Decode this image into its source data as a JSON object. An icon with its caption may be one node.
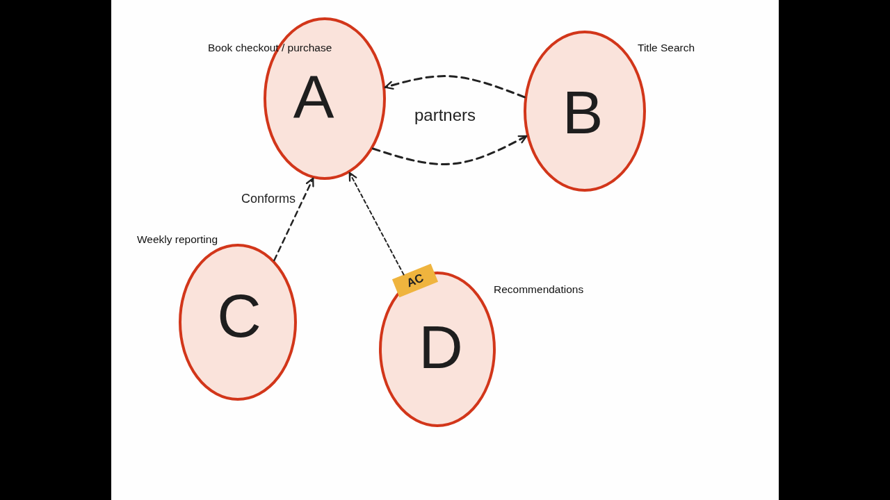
{
  "diagram": {
    "nodes": [
      {
        "text": [
          "A"
        ],
        "beside": [
          "Book checkout / purchase"
        ]
      },
      {
        "text": [
          "B"
        ],
        "beside": [
          "Title Search"
        ]
      },
      {
        "text": [
          "C"
        ],
        "beside": [
          "Weekly reporting"
        ]
      },
      {
        "text": [
          "D"
        ],
        "beside": [
          "Recommendations"
        ]
      },
      {
        "text": [
          "AC"
        ]
      }
    ],
    "edges": [
      {
        "from": 1,
        "to": 0,
        "arrow": "to",
        "style": "dashed",
        "label": "partners"
      },
      {
        "from": 0,
        "to": 1,
        "arrow": "to",
        "style": "dashed"
      },
      {
        "from": 2,
        "to": 0,
        "arrow": "to",
        "style": "dashed",
        "label": "Conforms"
      },
      {
        "from": 4,
        "to": 0,
        "arrow": "to",
        "style": "dashed"
      }
    ]
  }
}
